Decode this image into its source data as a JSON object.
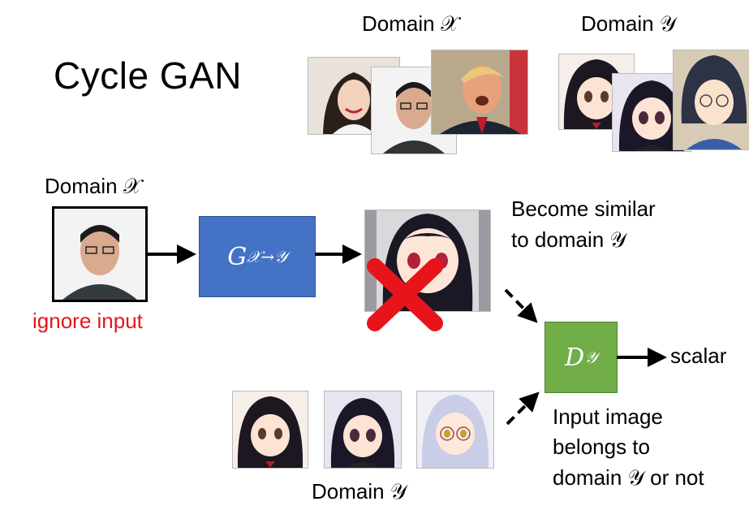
{
  "title": "Cycle GAN",
  "domain_x_top": "Domain 𝒳",
  "domain_y_top": "Domain 𝒴",
  "domain_x_left": "Domain 𝒳",
  "ignore_input": "ignore input",
  "generator_label": "G",
  "generator_sub": "𝒳→𝒴",
  "discriminator_label": "D",
  "discriminator_sub": "𝒴",
  "become_similar_line1": "Become similar",
  "become_similar_line2": "to domain 𝒴",
  "scalar": "scalar",
  "input_belongs_line1": "Input image",
  "input_belongs_line2": "belongs to",
  "input_belongs_line3": "domain 𝒴 or not",
  "domain_y_bottom": "Domain 𝒴",
  "colors": {
    "generator": "#4472c4",
    "discriminator": "#70ad47",
    "cross": "#e8141b",
    "ignore_text": "#e8141b"
  },
  "icons": [
    "arrow-right-icon",
    "dashed-arrow-icon",
    "red-cross-icon"
  ]
}
